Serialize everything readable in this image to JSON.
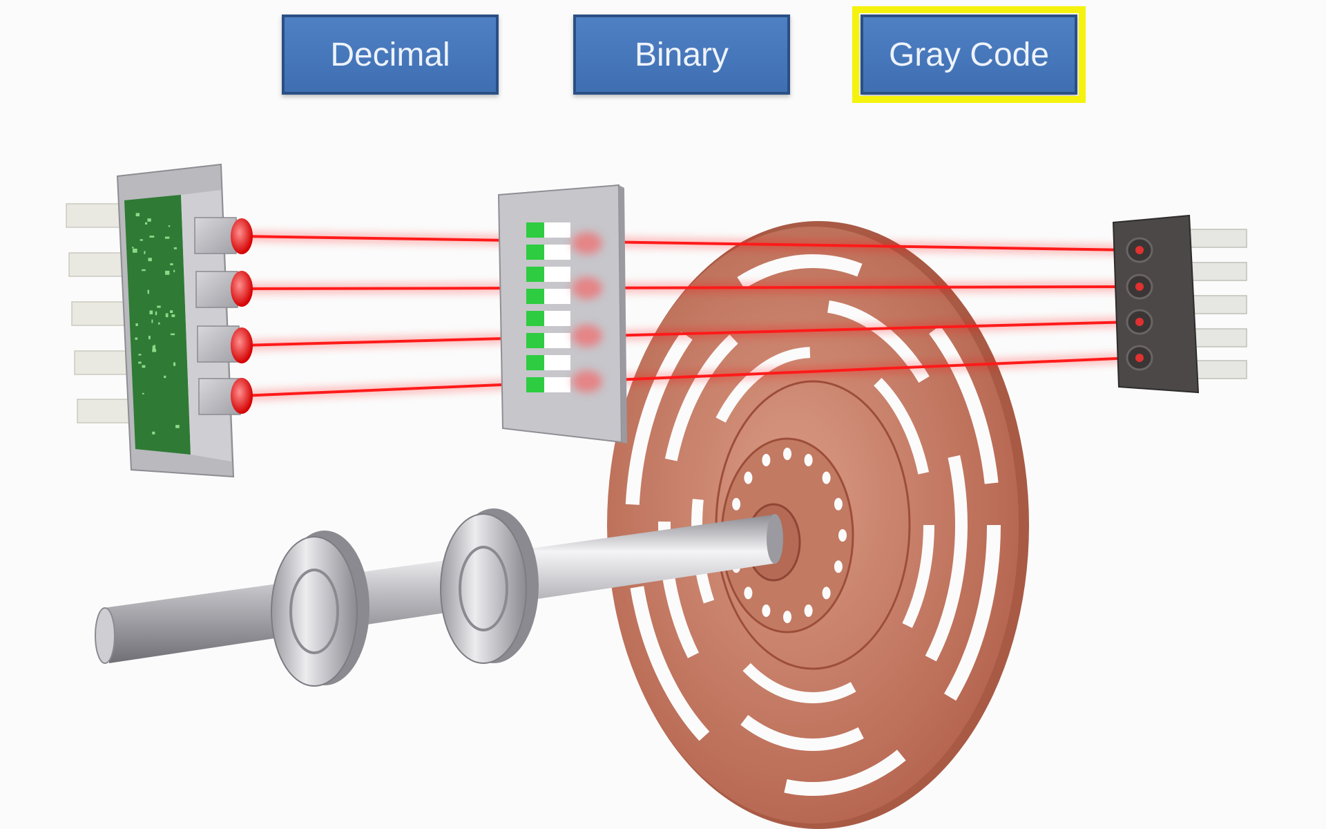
{
  "buttons": [
    {
      "label": "Decimal",
      "selected": false
    },
    {
      "label": "Binary",
      "selected": false
    },
    {
      "label": "Gray Code",
      "selected": true
    }
  ],
  "colors": {
    "button_fill": "#4a7abf",
    "button_border": "#2a4f84",
    "highlight": "#f5f20e",
    "laser": "#ff1a1a",
    "disk": "#c2745e",
    "shaft": "#c8c8cc",
    "pcb": "#2f7a34",
    "slot_green": "#2ecc40"
  },
  "icons": {
    "emitter": "laser-emitter-board-icon",
    "mask": "slit-mask-icon",
    "receiver": "photodetector-array-icon",
    "disk": "encoder-disk-icon",
    "shaft": "shaft-icon",
    "bearing": "bearing-icon"
  }
}
